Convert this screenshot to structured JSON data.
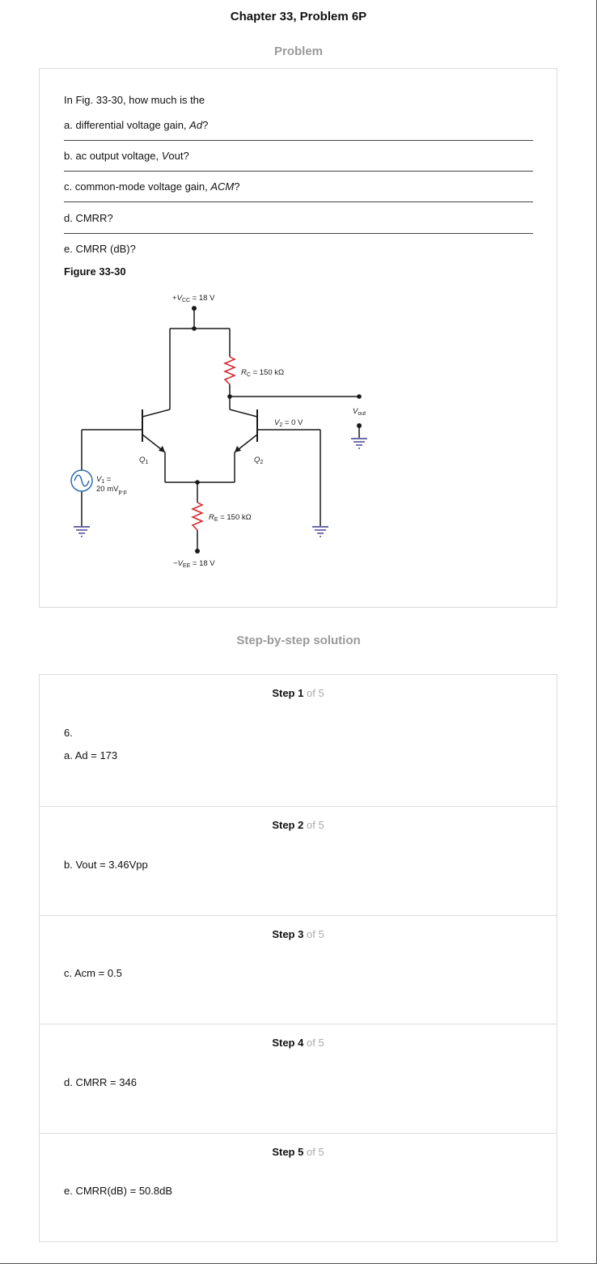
{
  "page": {
    "title": "Chapter 33, Problem 6P",
    "problem_heading": "Problem",
    "solution_heading": "Step-by-step solution"
  },
  "problem": {
    "intro": "In Fig. 33-30, how much is the",
    "parts": [
      {
        "prefix": "a. differential voltage gain, ",
        "italic": "Ad",
        "suffix": "?"
      },
      {
        "prefix": "b. ac output voltage, ",
        "italic": "V",
        "suffix": "out?"
      },
      {
        "prefix": "c. common-mode voltage gain, ",
        "italic": "ACM",
        "suffix": "?"
      },
      {
        "prefix": "d. CMRR?",
        "italic": "",
        "suffix": ""
      },
      {
        "prefix": "e. CMRR (dB)?",
        "italic": "",
        "suffix": ""
      }
    ],
    "figure_label": "Figure 33-30"
  },
  "circuit": {
    "vcc_sign": "+",
    "vcc_main": "V",
    "vcc_sub": "CC",
    "vcc_value": " = 18 V",
    "rc_main": "R",
    "rc_sub": "C",
    "rc_value": " = 150 kΩ",
    "re_main": "R",
    "re_sub": "E",
    "re_value": " = 150 kΩ",
    "vee_sign": "−",
    "vee_main": "V",
    "vee_sub": "EE",
    "vee_value": " = 18 V",
    "vout_main": "V",
    "vout_sub": "out",
    "v2_main": "V",
    "v2_sub": "2",
    "v2_value": " = 0 V",
    "q1_main": "Q",
    "q1_sub": "1",
    "q2_main": "Q",
    "q2_sub": "2",
    "v1_main": "V",
    "v1_sub": "1",
    "v1_eq": " =",
    "v1_value": "20 mV",
    "v1_sub2": "p-p",
    "colors": {
      "wire": "#1a1a1a",
      "resistor": "#d8232a",
      "ground": "#3b3a8f",
      "source": "#2b6cb0"
    }
  },
  "steps": [
    {
      "label": "Step",
      "num": "1",
      "of": "of 5",
      "lines": [
        "6.",
        "a. Ad = 173"
      ]
    },
    {
      "label": "Step",
      "num": "2",
      "of": "of 5",
      "lines": [
        "b. Vout = 3.46Vpp"
      ]
    },
    {
      "label": "Step",
      "num": "3",
      "of": "of 5",
      "lines": [
        "c. Acm = 0.5"
      ]
    },
    {
      "label": "Step",
      "num": "4",
      "of": "of 5",
      "lines": [
        "d. CMRR = 346"
      ]
    },
    {
      "label": "Step",
      "num": "5",
      "of": "of 5",
      "lines": [
        "e. CMRR(dB) = 50.8dB"
      ]
    }
  ]
}
